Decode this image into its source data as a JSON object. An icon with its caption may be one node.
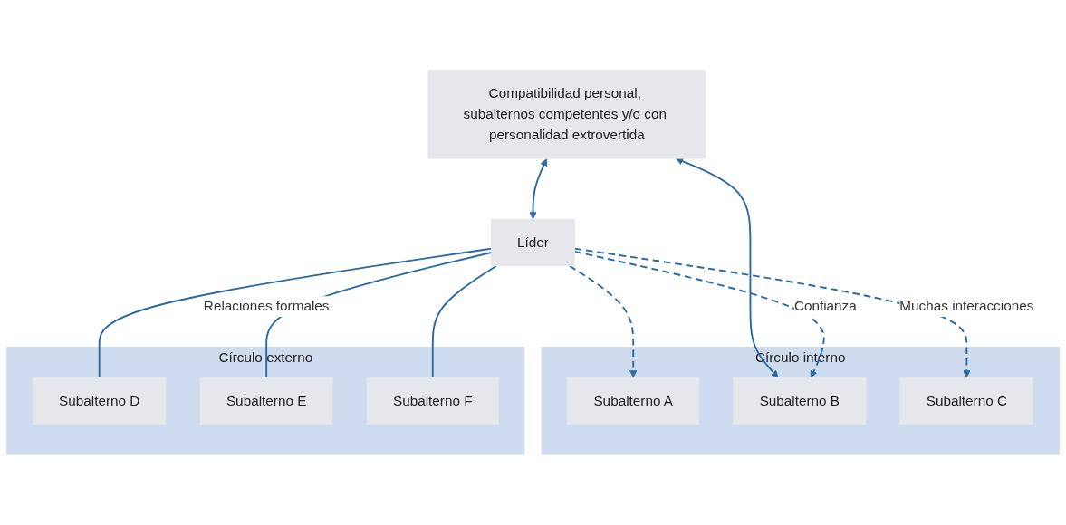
{
  "diagram": {
    "nodes": [
      {
        "text": [
          "Compatibilidad personal, subalternos competentes y/o con personalidad extrovertida"
        ]
      },
      {
        "text": [
          "Líder"
        ]
      },
      {
        "text": [
          "Círculo interno"
        ]
      },
      {
        "text": [
          "Subalterno A"
        ],
        "in": 2
      },
      {
        "text": [
          "Subalterno B"
        ],
        "in": 2
      },
      {
        "text": [
          "Subalterno C"
        ],
        "in": 2
      },
      {
        "text": [
          "Círculo externo"
        ]
      },
      {
        "text": [
          "Subalterno D"
        ],
        "in": 6
      },
      {
        "text": [
          "Subalterno E"
        ],
        "in": 6
      },
      {
        "text": [
          "Subalterno F"
        ],
        "in": 6
      }
    ],
    "edges": [
      {
        "from": 0,
        "to": 1,
        "arrow": "both"
      },
      {
        "from": 0,
        "to": 4,
        "arrow": "both"
      },
      {
        "from": 1,
        "to": 3,
        "arrow": "to",
        "style": "dashed"
      },
      {
        "from": 1,
        "to": 4,
        "arrow": "to",
        "style": "dashed",
        "label": "Confianza"
      },
      {
        "from": 1,
        "to": 5,
        "arrow": "to",
        "style": "dashed",
        "label": "Muchas interacciones"
      },
      {
        "from": 1,
        "to": 7,
        "arrow": "none"
      },
      {
        "from": 1,
        "to": 8,
        "arrow": "none",
        "label": "Relaciones formales"
      },
      {
        "from": 1,
        "to": 9,
        "arrow": "none"
      }
    ]
  }
}
